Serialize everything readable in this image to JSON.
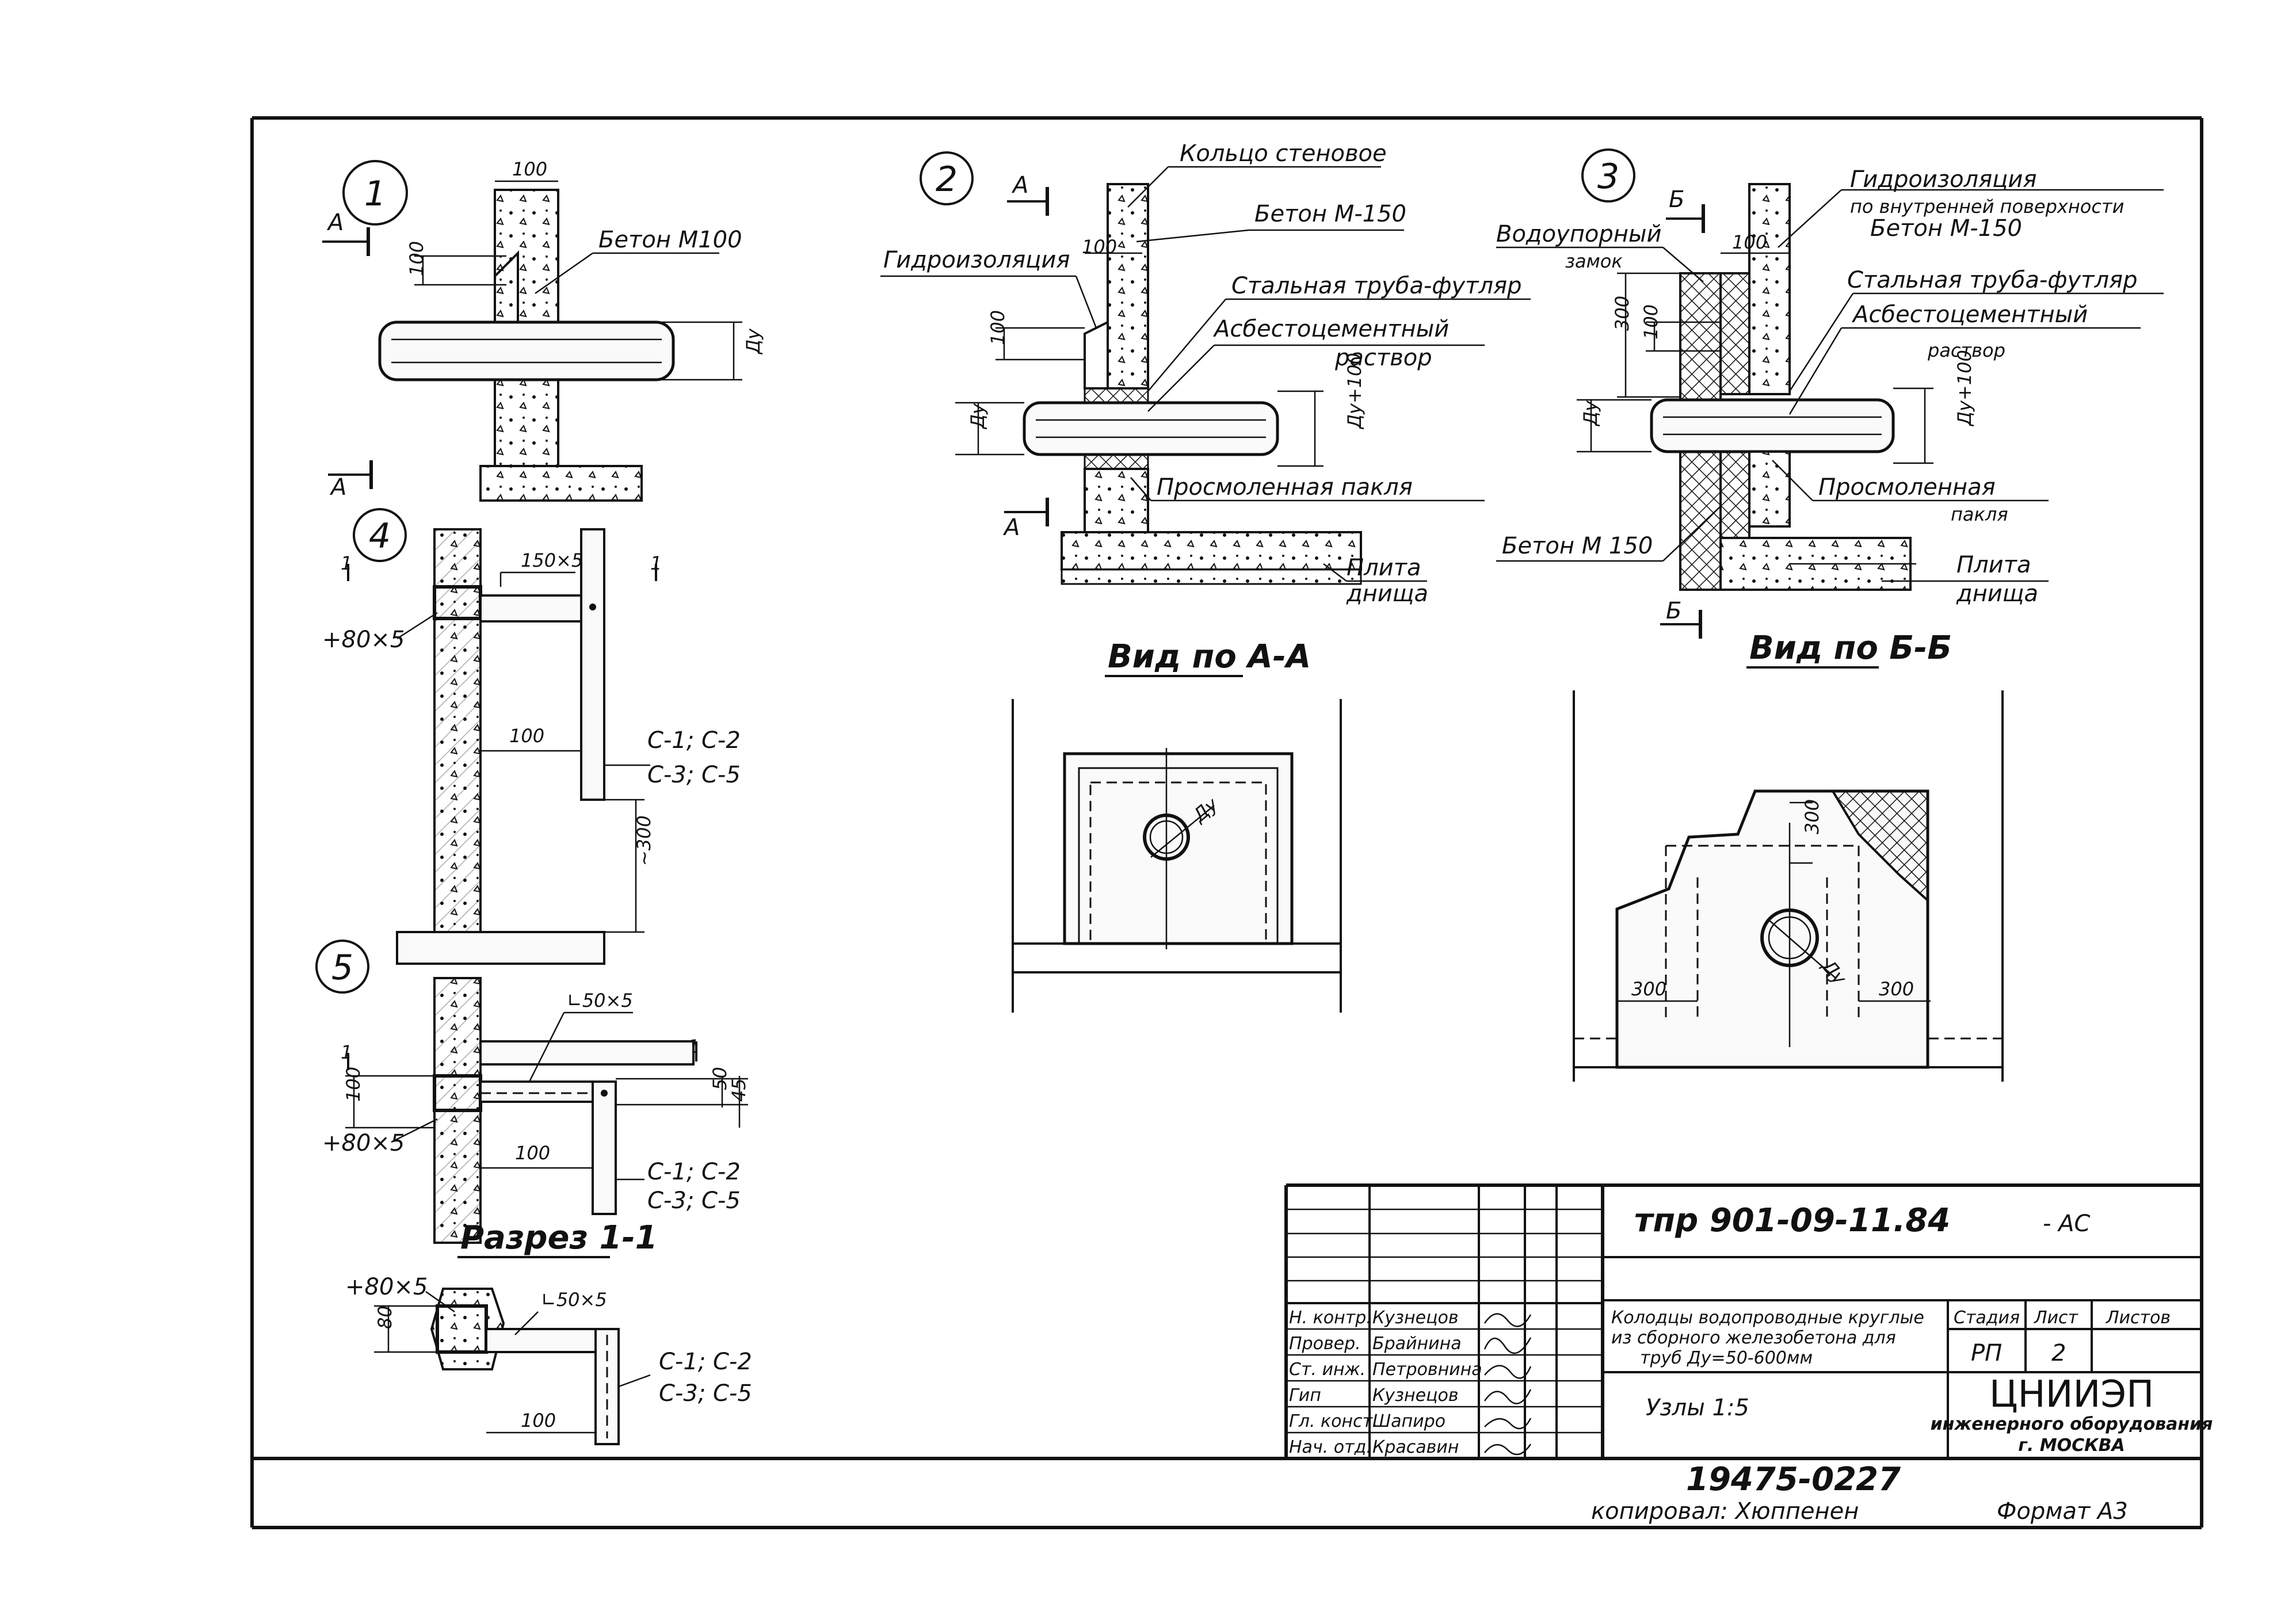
{
  "node1": {
    "marker": "1",
    "section_a_top": "A",
    "section_a_bottom": "A",
    "dim_wall": "100",
    "dim_insert": "100",
    "concrete_label": "Бетон М100",
    "pipe_dim": "Ду"
  },
  "node2": {
    "marker": "2",
    "section_a_top": "A",
    "section_a_bottom": "A",
    "ring_label": "Кольцо стеновое",
    "concrete_label": "Бетон М-150",
    "waterproof_label": "Гидроизоляция",
    "dim_top": "100",
    "dim_insert": "100",
    "steel_pipe_label": "Стальная труба-футляр",
    "asbestos_label_1": "Асбестоцементный",
    "asbestos_label_2": "раствор",
    "pipe_dim": "Ду",
    "pipe_dim_outer": "Ду+100",
    "tow_label": "Просмоленная пакля",
    "slab_label_1": "Плита",
    "slab_label_2": "днища"
  },
  "node3": {
    "marker": "3",
    "section_b_top": "Б",
    "section_b_bottom": "Б",
    "waterproof_label_1": "Гидроизоляция",
    "waterproof_label_2": "по внутренней поверхности",
    "concrete_label": "Бетон М-150",
    "lock_label_1": "Водоупорный",
    "lock_label_2": "замок",
    "dim_top": "100",
    "dim_300": "300",
    "dim_100": "100",
    "steel_pipe_label": "Стальная труба-футляр",
    "asbestos_label_1": "Асбестоцементный",
    "asbestos_label_2": "раствор",
    "pipe_dim": "Ду",
    "pipe_dim_outer": "Ду+100",
    "tow_label_1": "Просмоленная",
    "tow_label_2": "пакля",
    "concrete_bottom_label": "Бетон М 150",
    "slab_label_1": "Плита",
    "slab_label_2": "днища"
  },
  "node4": {
    "marker": "4",
    "section_marks": [
      "1",
      "1"
    ],
    "plate_label": "+80×5",
    "angle_label": "150×5",
    "dim_100": "100",
    "dim_300": "~300",
    "brackets_1": "С-1; С-2",
    "brackets_2": "С-3; С-5"
  },
  "node5": {
    "marker": "5",
    "section_marks": [
      "1",
      "1"
    ],
    "angle_label": "∟50×5",
    "dim_100_v": "100",
    "dim_50": "50",
    "dim_45": "45",
    "plate_label": "+80×5",
    "dim_100_h": "100",
    "brackets_1": "С-1; С-2",
    "brackets_2": "С-3; С-5"
  },
  "section11": {
    "title": "Разрез 1-1",
    "plate_label": "+80×5",
    "angle_label": "∟50×5",
    "dim_80": "80",
    "dim_100": "100",
    "brackets_1": "С-1; С-2",
    "brackets_2": "С-3; С-5"
  },
  "view_aa": {
    "title": "Вид по А-А",
    "pipe_dim": "Ду"
  },
  "view_bb": {
    "title": "Вид по Б-Б",
    "pipe_dim": "Ду",
    "dim_300_top": "300",
    "dim_300_left": "300",
    "dim_300_right": "300"
  },
  "title_block": {
    "doc_code": "тпр 901-09-11.84",
    "doc_suffix": "- АС",
    "roles": [
      "Н. контр.",
      "Провер.",
      "Ст. инж.",
      "Гип",
      "Гл. конст.",
      "Нач. отд."
    ],
    "names": [
      "Кузнецов",
      "Брайнина",
      "Петровнина",
      "Кузнецов",
      "Шапиро",
      "Красавин"
    ],
    "description_1": "Колодцы водопроводные круглые",
    "description_2": "из сборного железобетона для",
    "description_3": "труб  Ду=50-600мм",
    "sheet_title": "Узлы 1:5",
    "stage_header": "Стадия",
    "sheet_header": "Лист",
    "sheets_header": "Листов",
    "stage_value": "РП",
    "sheet_value": "2",
    "org_name": "ЦНИИЭП",
    "org_sub": "инженерного оборудования",
    "org_city": "г. МОСКВА"
  },
  "footer": {
    "archive_no": "19475-02",
    "archive_page": "27",
    "copied_by": "копировал: Хюппенен",
    "format": "Формат А3"
  }
}
